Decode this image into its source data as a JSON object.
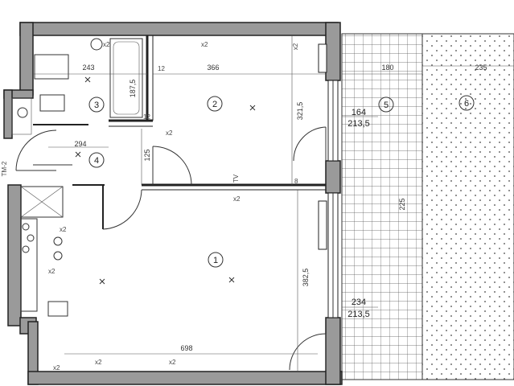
{
  "rooms": {
    "r1": "1",
    "r2": "2",
    "r3": "3",
    "r4": "4",
    "r5": "5",
    "r6": "6"
  },
  "dimensions": {
    "d243": "243",
    "d366": "366",
    "d180": "180",
    "d235_top": "235",
    "d1875": "187,5",
    "d12a": "12",
    "d12b": "12",
    "d3215": "321,5",
    "d164": "164",
    "d2135a": "213,5",
    "d294": "294",
    "d125": "125",
    "d8": "8",
    "d225": "225",
    "d3825": "382,5",
    "d234": "234",
    "d2135b": "213,5",
    "d698": "698"
  },
  "annotations": {
    "tm": "TM-2",
    "x2_a": "x2",
    "x2_b": "x2",
    "x2_c": "x2",
    "x2_d": "x2",
    "x2_e": "x2",
    "x2_f": "x2",
    "x2_g": "x2",
    "x2_h": "x2",
    "x2_i": "x2",
    "tv": "TV",
    "x2_j": "x2"
  },
  "colors": {
    "wall": "#9a9a9a",
    "line": "#222222",
    "background": "#ffffff"
  }
}
